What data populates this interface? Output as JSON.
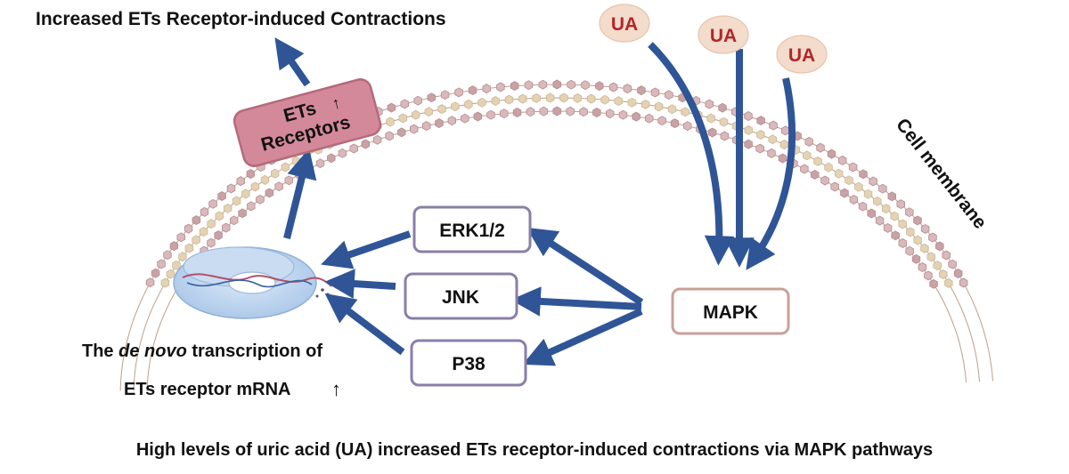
{
  "top_label": "Increased ETs Receptor-induced Contractions",
  "receptor": {
    "line1": "ETs",
    "line2": "Receptors",
    "arrow": "↑"
  },
  "ua_labels": [
    "UA",
    "UA",
    "UA"
  ],
  "membrane_label": "Cell membrane",
  "kinases": [
    "ERK1/2",
    "JNK",
    "P38"
  ],
  "mapk_label": "MAPK",
  "transcription": {
    "prefix": "The ",
    "italic": "de novo",
    "suffix": " transcription of",
    "line2": "ETs receptor mRNA",
    "arrow": "↑"
  },
  "caption": "High levels of uric acid (UA) increased ETs receptor-induced contractions via MAPK pathways",
  "colors": {
    "arrow": "#2f5597",
    "receptor_fill": "#d4899a",
    "receptor_stroke": "#b56a7c",
    "kinase_border": "#8a7fa8",
    "mapk_border": "#c9a09a",
    "ua_fill": "#f3dccb",
    "ua_text": "#b3262a"
  }
}
